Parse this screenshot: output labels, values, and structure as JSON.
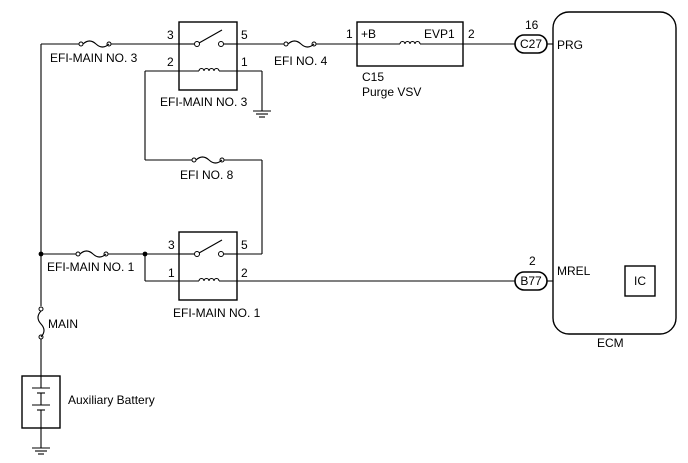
{
  "fuses": {
    "efi_main_no3": "EFI-MAIN NO. 3",
    "efi_no4": "EFI NO. 4",
    "efi_no8": "EFI NO. 8",
    "efi_main_no1": "EFI-MAIN NO. 1",
    "main": "MAIN"
  },
  "relays": {
    "efi_main_no3": {
      "label": "EFI-MAIN NO. 3",
      "pins": {
        "p3": "3",
        "p5": "5",
        "p2": "2",
        "p1": "1"
      }
    },
    "efi_main_no1": {
      "label": "EFI-MAIN NO. 1",
      "pins": {
        "p3": "3",
        "p5": "5",
        "p1": "1",
        "p2": "2"
      }
    }
  },
  "vsv": {
    "connector": "C15",
    "name": "Purge VSV",
    "terminal_b": "+B",
    "terminal_evp": "EVP1",
    "pin_in": "1",
    "pin_out": "2"
  },
  "ecm": {
    "label": "ECM",
    "connector_c27": {
      "id": "C27",
      "pin": "16",
      "signal": "PRG"
    },
    "connector_b77": {
      "id": "B77",
      "pin": "2",
      "signal": "MREL"
    },
    "ic_label": "IC"
  },
  "battery": {
    "label": "Auxiliary Battery"
  }
}
